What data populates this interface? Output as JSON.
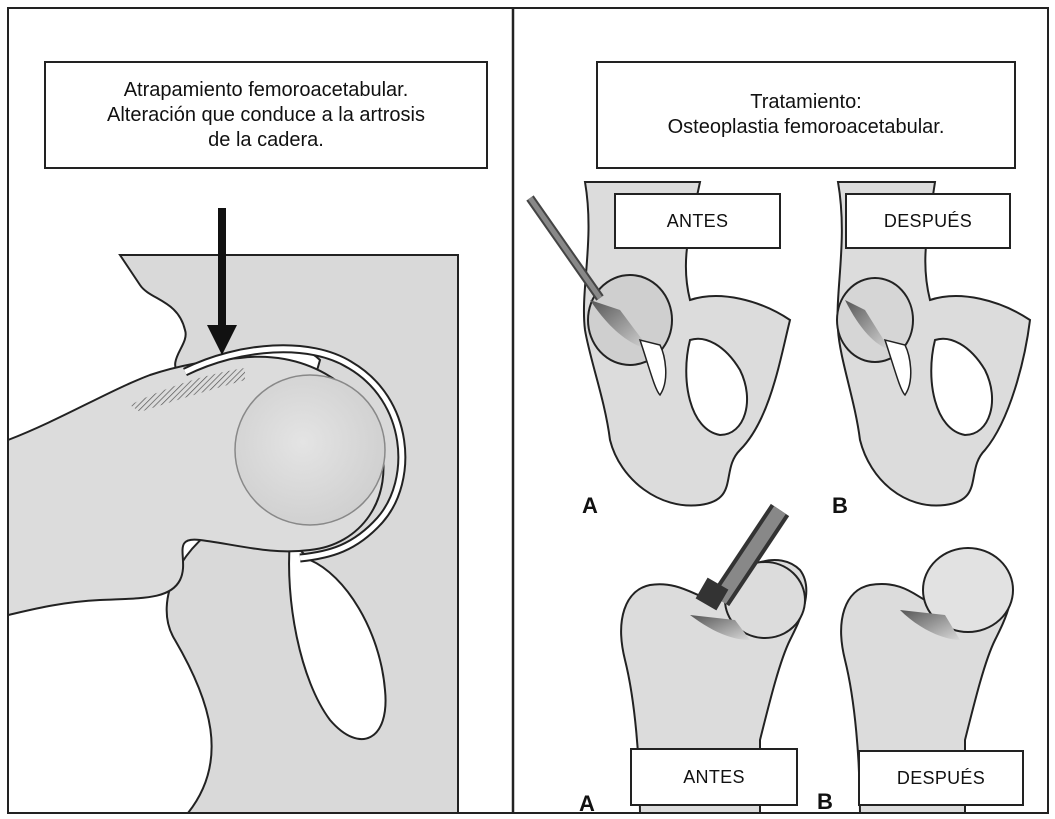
{
  "left_panel": {
    "caption_lines": [
      "Atrapamiento femoroacetabular.",
      "Alteración que conduce a la artrosis",
      "de la cadera."
    ]
  },
  "right_panel": {
    "caption_lines": [
      "Tratamiento:",
      "Osteoplastia femoroacetabular."
    ],
    "top_row": {
      "before_label": "ANTES",
      "after_label": "DESPUÉS",
      "letter_a": "A",
      "letter_b": "B"
    },
    "bottom_row": {
      "before_label": "ANTES",
      "after_label": "DESPUÉS",
      "letter_a": "A",
      "letter_b": "B"
    }
  },
  "colors": {
    "bone_fill": "#dcdcdc",
    "background_gray": "#d9d9d9",
    "outline": "#222222",
    "shadow": "#6e6e6e"
  }
}
